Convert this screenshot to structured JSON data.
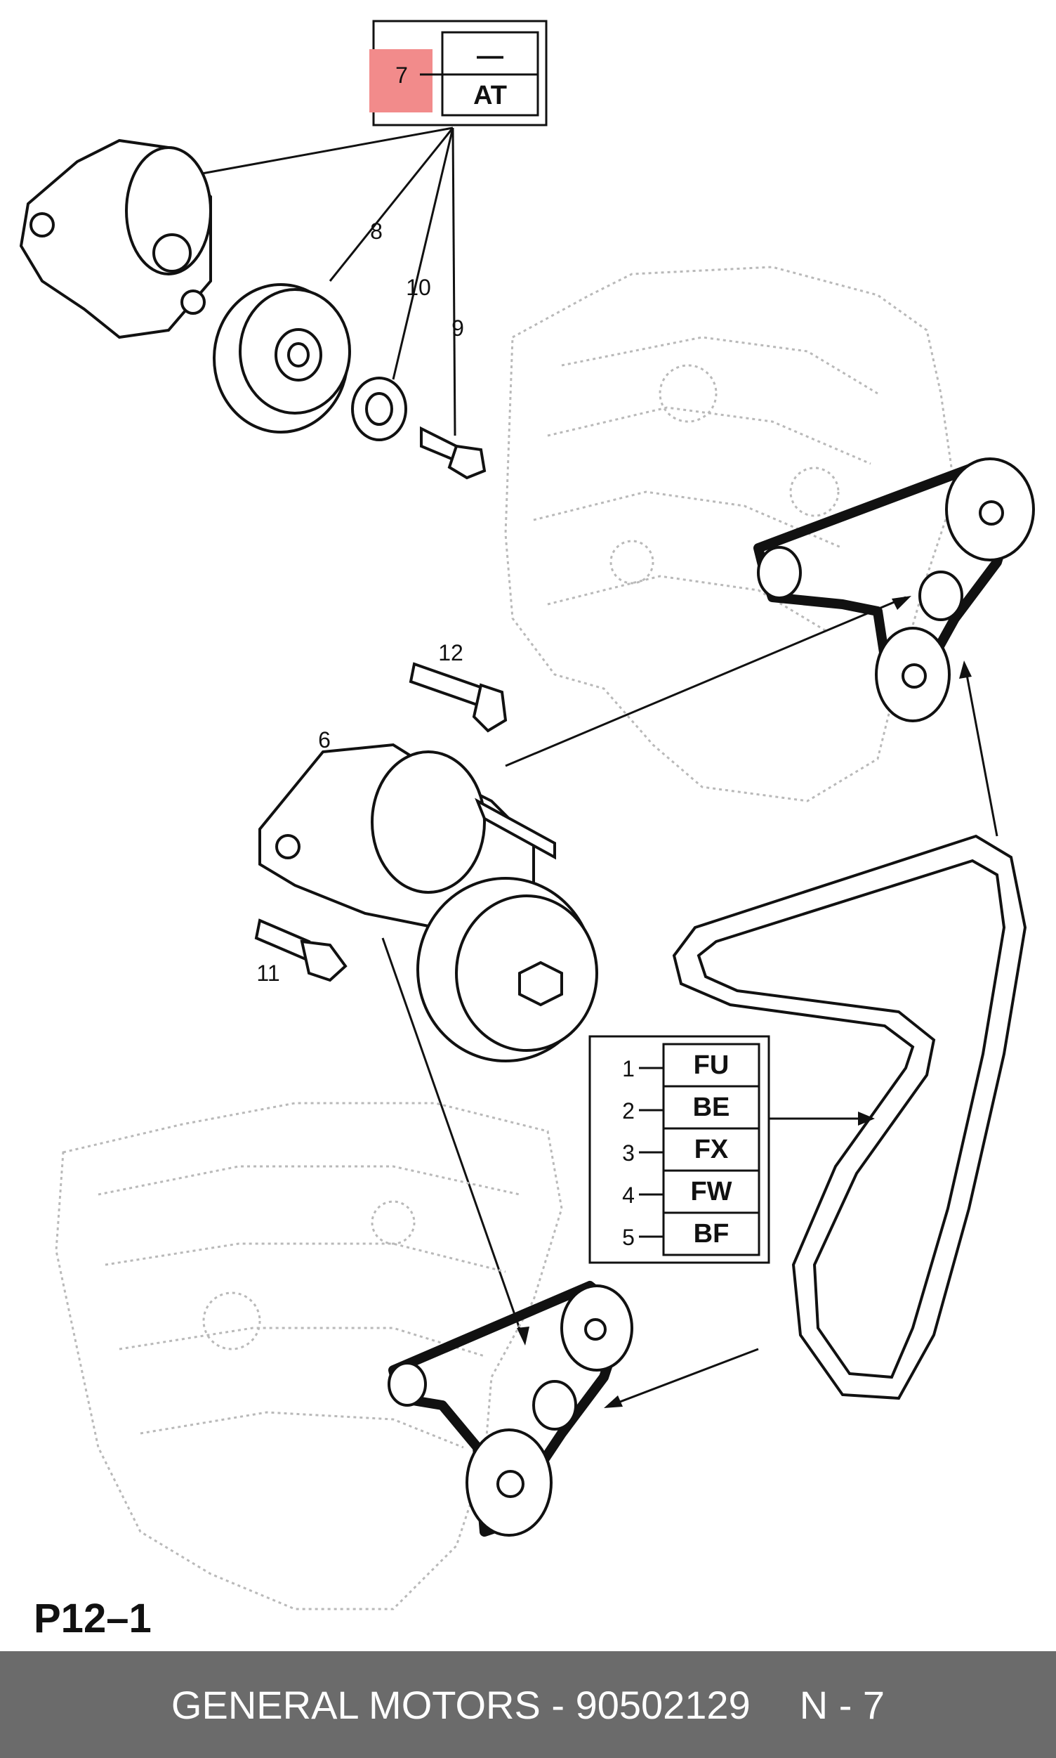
{
  "header_box": {
    "ref": "7",
    "top_code": "—",
    "bottom_code": "AT",
    "highlight_color": "#f28b8b"
  },
  "callouts": [
    "8",
    "10",
    "9",
    "12",
    "6",
    "11"
  ],
  "legend": [
    {
      "num": "1",
      "code": "FU"
    },
    {
      "num": "2",
      "code": "BE"
    },
    {
      "num": "3",
      "code": "FX"
    },
    {
      "num": "4",
      "code": "FW"
    },
    {
      "num": "5",
      "code": "BF"
    }
  ],
  "page_label": "P12–1",
  "footer": {
    "brand_part": "GENERAL MOTORS - 90502129",
    "ref": "N - 7",
    "bg_color": "#6b6b6b"
  }
}
